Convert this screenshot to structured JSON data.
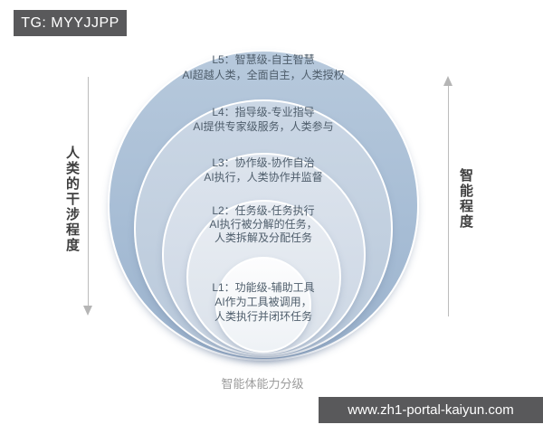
{
  "badge": {
    "text": "TG: MYYJJPP",
    "bg_color": "#59595b",
    "text_color": "#ffffff"
  },
  "watermark": {
    "text": "www.zh1-portal-kaiyun.com",
    "bg_color": "#59595b",
    "text_color": "#ffffff"
  },
  "caption": "智能体能力分级",
  "axes": {
    "left": {
      "label": "人类的干涉程度",
      "direction": "down",
      "arrow_color": "#b5b5b5"
    },
    "right": {
      "label": "智能程度",
      "direction": "up",
      "arrow_color": "#b5b5b5"
    }
  },
  "levels": [
    {
      "id": "L5",
      "title": "L5：智慧级-自主智慧",
      "lines": [
        "AI超越人类，全面自主，人类授权"
      ],
      "gradient_top": "#b7c9dc",
      "fill": "#a7bdd5",
      "fill_edge": "#9db4ce"
    },
    {
      "id": "L4",
      "title": "L4：指导级-专业指导",
      "lines": [
        "AI提供专家级服务，人类参与"
      ],
      "gradient_top": "#cbd7e5",
      "fill": "#c1cfdf",
      "fill_edge": "#b9c9db"
    },
    {
      "id": "L3",
      "title": "L3：协作级-协作自治",
      "lines": [
        "AI执行，人类协作并监督"
      ],
      "gradient_top": "#dde4ed",
      "fill": "#d3dce8",
      "fill_edge": "#ccd7e4"
    },
    {
      "id": "L2",
      "title": "L2：任务级-任务执行",
      "lines": [
        "AI执行被分解的任务，",
        "人类拆解及分配任务"
      ],
      "gradient_top": "#e9edf3",
      "fill": "#e1e7ee",
      "fill_edge": "#dbe2eb"
    },
    {
      "id": "L1",
      "title": "L1：功能级-辅助工具",
      "lines": [
        "AI作为工具被调用，",
        "人类执行并闭环任务"
      ],
      "gradient_top": "#fdfdfe",
      "fill": "#f5f7f9",
      "fill_edge": "#eef2f6"
    }
  ],
  "colors": {
    "circle_text": "#4e5d6b",
    "axis_label_text": "#3f3f3f",
    "caption_text": "#9c9c9c",
    "background": "#ffffff"
  }
}
